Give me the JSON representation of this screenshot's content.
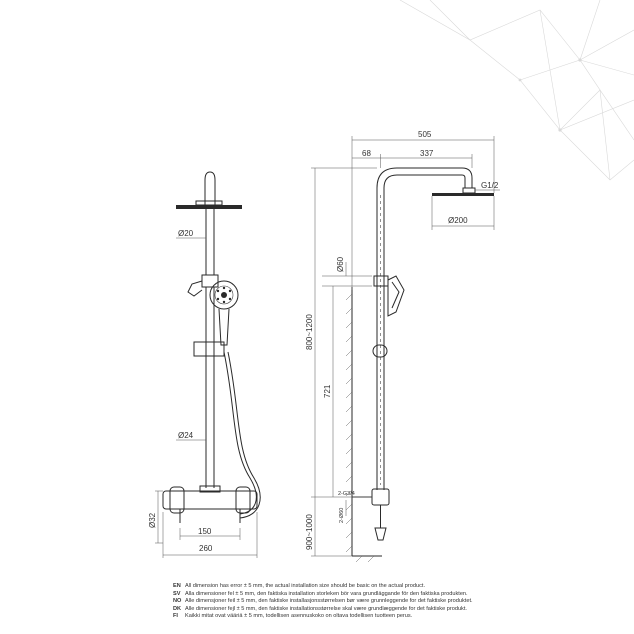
{
  "front_view": {
    "dims": {
      "d20": "Ø20",
      "d24": "Ø24",
      "d32": "Ø32",
      "w150": "150",
      "w260": "260"
    }
  },
  "side_view": {
    "dims": {
      "w505": "505",
      "w68": "68",
      "w337": "337",
      "g12": "G1/2",
      "d200": "Ø200",
      "d60": "Ø60",
      "h800": "800~1200",
      "h721": "721",
      "g34": "2-G3/4",
      "d60b": "2-Ø60",
      "h900": "900~1000"
    }
  },
  "notes": [
    {
      "code": "EN",
      "text": "All dimension has error ± 5 mm, the actual installation size should be basic on the actual product."
    },
    {
      "code": "SV",
      "text": "Alla dimensioner fel ± 5 mm, den faktiska installation storleken bör vara grundläggande för den faktiska produkten."
    },
    {
      "code": "NO",
      "text": "Alle dimensjoner feil ± 5 mm, den faktiske installasjonsstørrelsen bør være grunnleggende for det faktiske produktet."
    },
    {
      "code": "DK",
      "text": "Alle dimensioner fejl ± 5 mm, den faktiske installationsstørrelse skal være grundlæggende for det faktiske produkt."
    },
    {
      "code": "FI",
      "text": "Kaikki mitat ovat vääriä ± 5 mm, todellisen asennuskoko on oltava todellisen tuotteen perus."
    }
  ]
}
